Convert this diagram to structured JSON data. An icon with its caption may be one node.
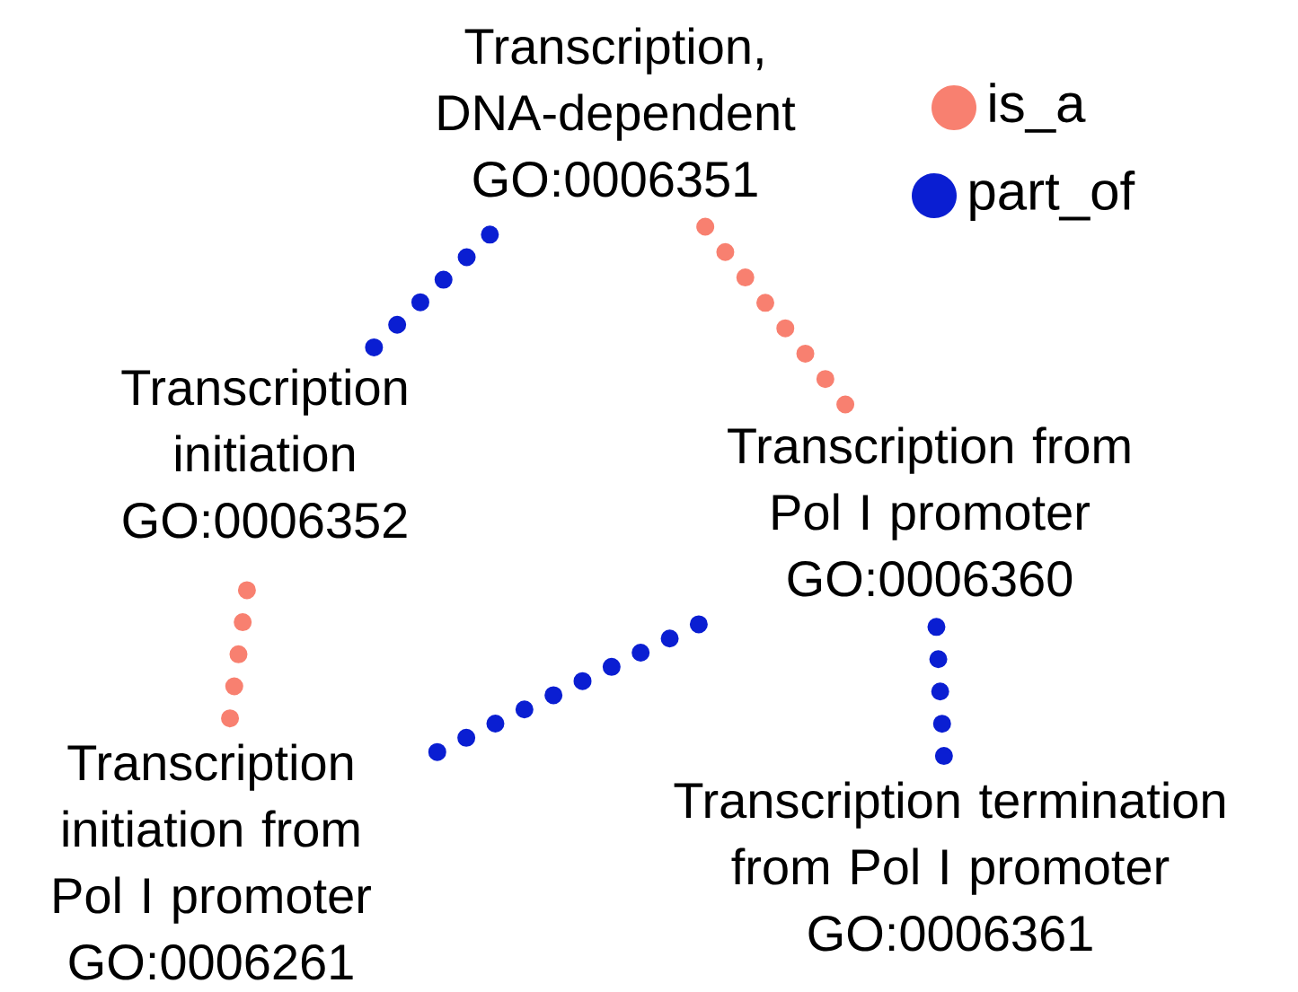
{
  "diagram": {
    "nodes": [
      {
        "text": [
          "Transcription, DNA-dependent",
          "GO:0006351"
        ]
      },
      {
        "text": [
          "Transcription initiation",
          "GO:0006352"
        ]
      },
      {
        "text": [
          "Transcription from Pol I promoter",
          "GO:0006360"
        ]
      },
      {
        "text": [
          "Transcription initiation from Pol I promoter",
          "GO:0006261"
        ]
      },
      {
        "text": [
          "Transcription termination from Pol I promoter",
          "GO:0006361"
        ]
      }
    ],
    "edges": [
      {
        "from": 1,
        "to": 0,
        "arrow": "none",
        "color": "#0a1ed2"
      },
      {
        "from": 2,
        "to": 0,
        "arrow": "none",
        "color": "#f88070"
      },
      {
        "from": 3,
        "to": 1,
        "arrow": "none",
        "color": "#f88070"
      },
      {
        "from": 3,
        "to": 2,
        "arrow": "none",
        "color": "#0a1ed2"
      },
      {
        "from": 4,
        "to": 2,
        "arrow": "none",
        "color": "#0a1ed2"
      }
    ],
    "legend": [
      {
        "text": "is_a",
        "color": "#f88070"
      },
      {
        "text": "part_of",
        "color": "#0a1ed2"
      }
    ]
  }
}
